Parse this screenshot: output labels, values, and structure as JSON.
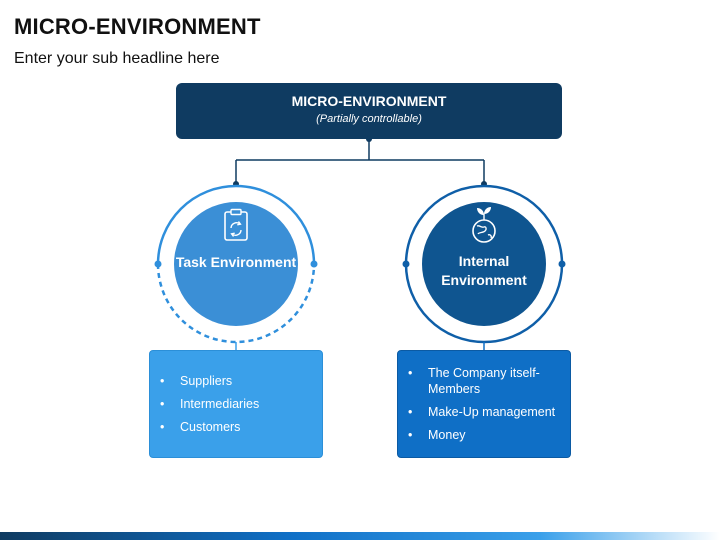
{
  "header": {
    "title": "MICRO-ENVIRONMENT",
    "subtitle": "Enter your sub headline here"
  },
  "top_box": {
    "title": "MICRO-ENVIRONMENT",
    "subtitle": "(Partially controllable)"
  },
  "left_node": {
    "label": "Task Environment",
    "icon": "clipboard-recycle-icon",
    "items": [
      "Suppliers",
      "Intermediaries",
      "Customers"
    ]
  },
  "right_node": {
    "label": "Internal Environment",
    "icon": "globe-plant-icon",
    "items": [
      "The Company itself- Members",
      "Make-Up management",
      "Money"
    ]
  },
  "colors": {
    "navy": "#0f3b61",
    "blue": "#0f6fc6",
    "light_blue": "#3aa0ea"
  }
}
